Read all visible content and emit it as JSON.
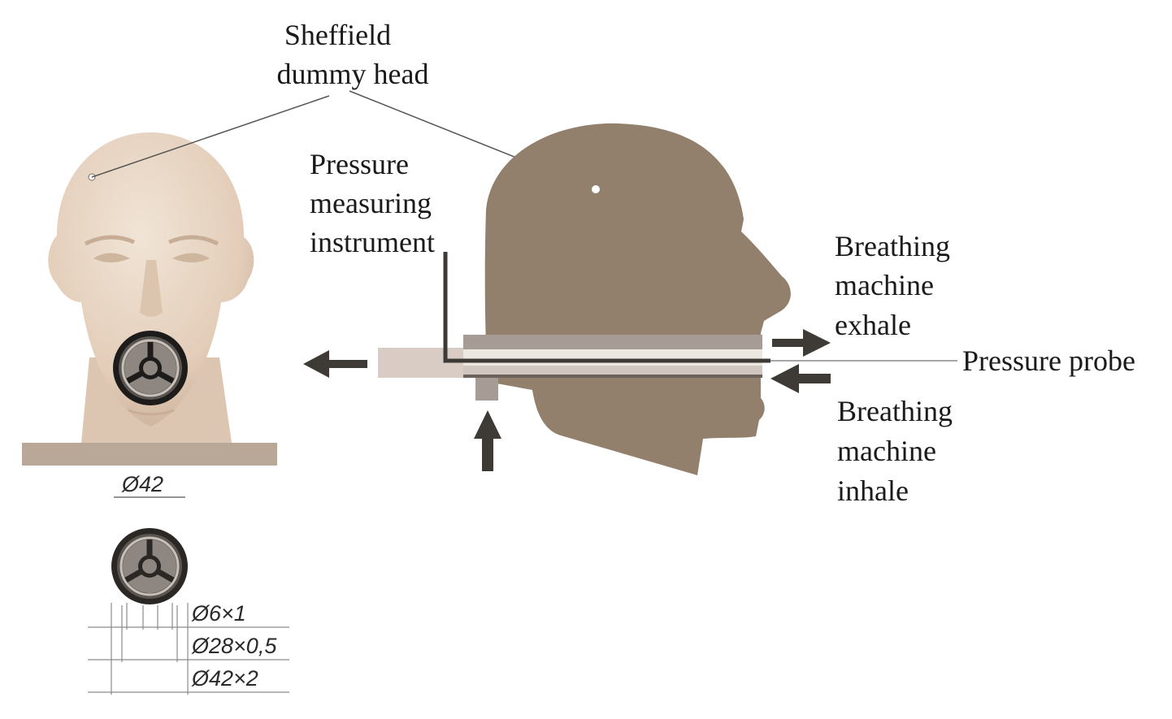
{
  "labels": {
    "dummy_head": [
      "Sheffield",
      "dummy head"
    ],
    "pressure_instrument": [
      "Pressure",
      "measuring",
      "instrument"
    ],
    "exhale": [
      "Breathing",
      "machine",
      "exhale"
    ],
    "probe": "Pressure probe",
    "inhale": [
      "Breathing",
      "machine",
      "inhale"
    ]
  },
  "dimensions": {
    "outer_diameter": "Ø42",
    "hole": "Ø6×1",
    "middle": "Ø28×0,5",
    "outer": "Ø42×2"
  },
  "colors": {
    "head_profile": "#927f6c",
    "skin": "#e6d2bf",
    "base": "#b9a797",
    "arrow": "#3e3a36",
    "tube_light": "#d8ccc4",
    "tube_mid": "#a79c95"
  }
}
